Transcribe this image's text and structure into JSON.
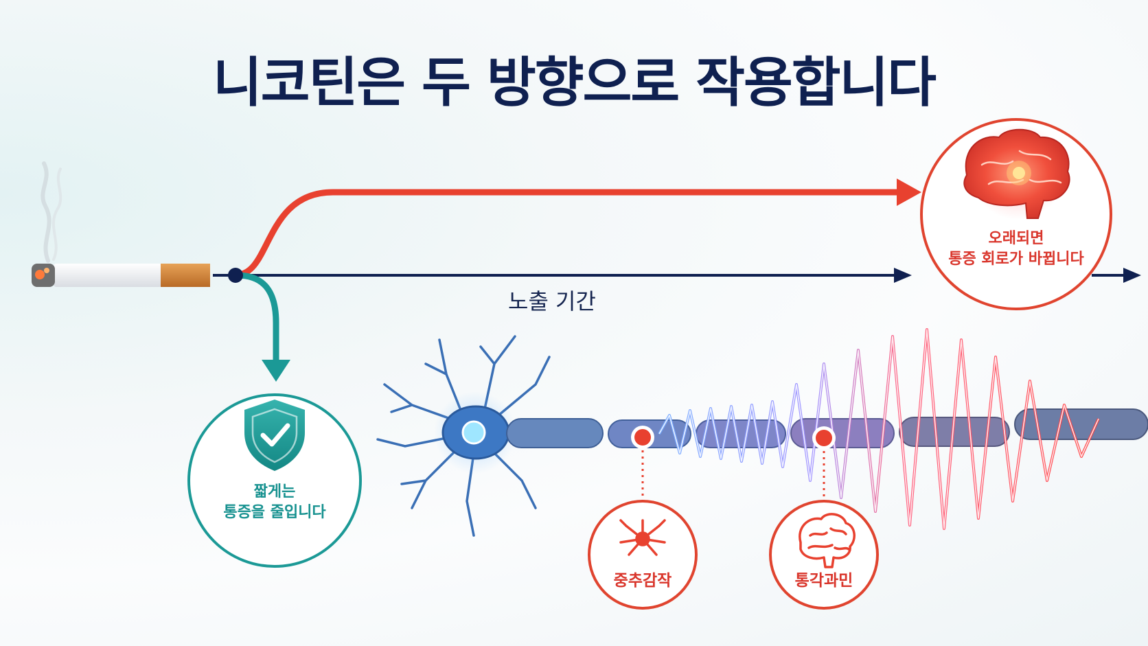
{
  "title": "니코틴은 두 방향으로 작용합니다",
  "axis_label": "노출 기간",
  "long_term": {
    "line1": "오래되면",
    "line2": "통증 회로가 바뀝니다"
  },
  "short_term": {
    "line1": "짧게는",
    "line2": "통증을 줄입니다"
  },
  "markers": [
    {
      "label": "중추감작",
      "icon": "neuron-icon"
    },
    {
      "label": "통각과민",
      "icon": "brain-icon"
    }
  ],
  "colors": {
    "navy": "#0f2050",
    "red": "#e8412f",
    "teal": "#1b9996",
    "neuron_blue": "#3a7fd0"
  }
}
